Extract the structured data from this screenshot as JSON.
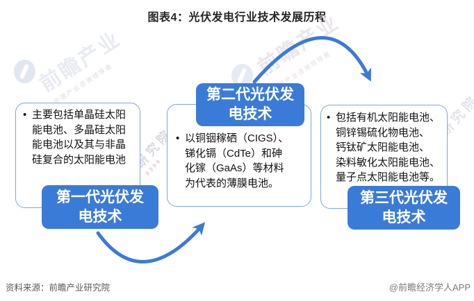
{
  "title": "图表4：光伏发电行业技术发展历程",
  "colors": {
    "accent_blue": "#3b7bd8",
    "box_border": "#7aa6d9",
    "body_text": "#111111",
    "title_text": "#262626",
    "footer_gray": "#595959"
  },
  "stages": [
    {
      "name_lines": [
        "第一代光伏发",
        "电技术"
      ],
      "bullet": "•",
      "desc_lines": [
        "主要包括单晶硅太阳",
        "能电池、多晶硅太阳",
        "能电池以及其与非晶",
        "硅复合的太阳能电池"
      ]
    },
    {
      "name_lines": [
        "第二代光伏发",
        "电技术"
      ],
      "bullet": "•",
      "desc_lines": [
        "以铜铟稼硒（CIGS）、",
        "锑化镉（CdTe）和砷",
        "化镓（GaAs）等材料",
        "为代表的薄膜电池。"
      ]
    },
    {
      "name_lines": [
        "第三代光伏发",
        "电技术"
      ],
      "bullet": "•",
      "desc_lines": [
        "包括有机太阳能电池、",
        "铜锌锡硫化物电池、",
        "钙钛矿太阳能电池、",
        "染料敏化太阳能电池、",
        "量子点太阳能电池等。"
      ]
    }
  ],
  "footer": {
    "source": "资料来源：前瞻产业研究院",
    "credit": "@前瞻经济学人APP"
  },
  "watermarks": {
    "brand_large": "前瞻产业",
    "brand_tagline": "中国产业咨询领导者",
    "institute_fragment": "研究院",
    "digits_fragment": "8399"
  }
}
